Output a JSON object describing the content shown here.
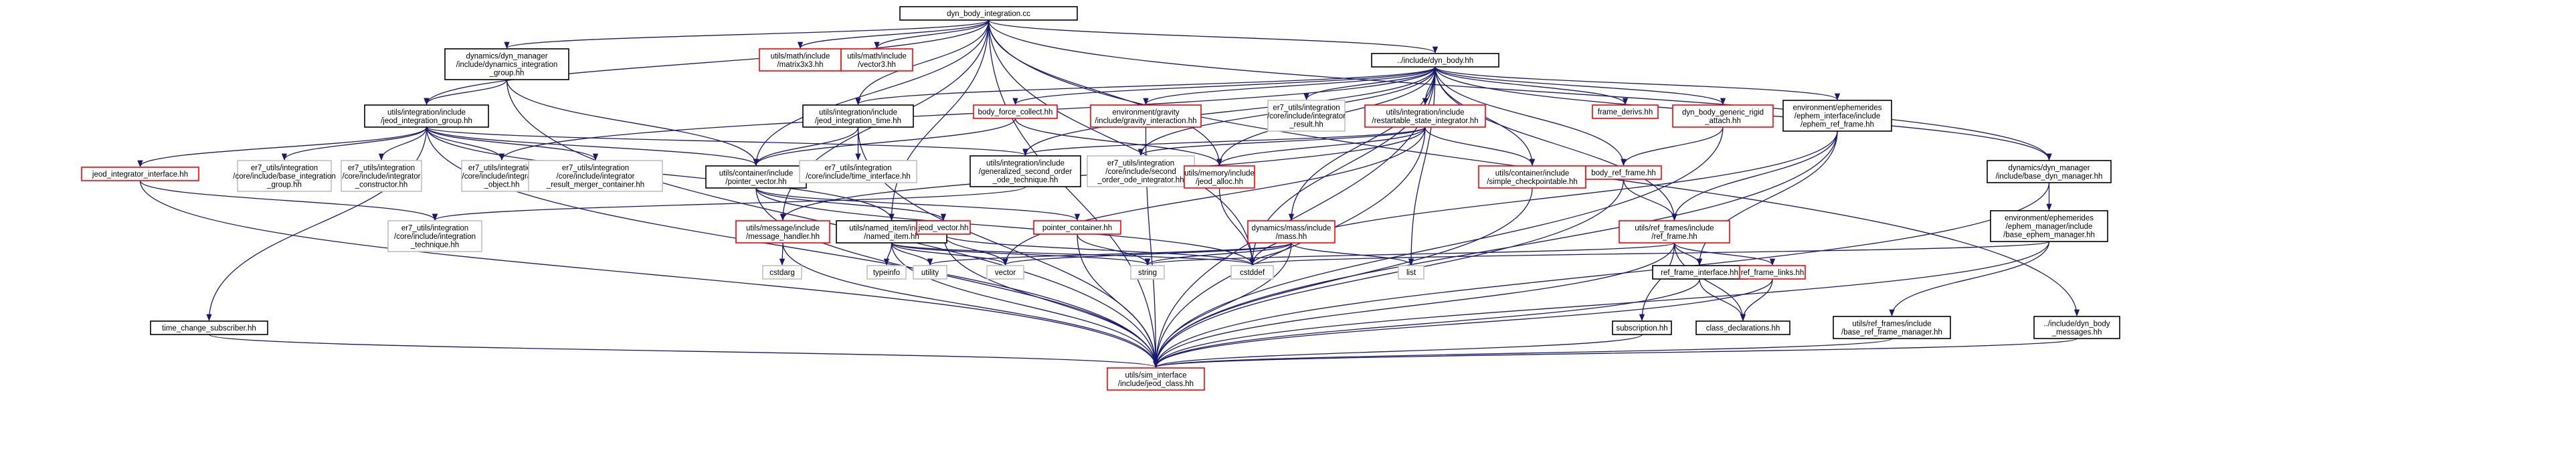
{
  "colors": {
    "edge": "#191970",
    "root_fill": "#bfbfbf",
    "border_black": "#000000",
    "border_red": "#ff0000",
    "border_grey": "#bfbfbf",
    "text": "#000000"
  },
  "nodes": [
    {
      "id": "root",
      "lines": [
        "dyn_body_integration.cc"
      ],
      "style": "root"
    },
    {
      "id": "dyn_int_group",
      "lines": [
        "dynamics/dyn_manager",
        "/include/dynamics_integration",
        "_group.hh"
      ],
      "style": "black"
    },
    {
      "id": "matrix3x3",
      "lines": [
        "utils/math/include",
        "/matrix3x3.hh"
      ],
      "style": "red"
    },
    {
      "id": "vector3",
      "lines": [
        "utils/math/include",
        "/vector3.hh"
      ],
      "style": "red"
    },
    {
      "id": "dyn_body",
      "lines": [
        "../include/dyn_body.hh"
      ],
      "style": "black"
    },
    {
      "id": "jeod_int_group",
      "lines": [
        "utils/integration/include",
        "/jeod_integration_group.hh"
      ],
      "style": "black"
    },
    {
      "id": "jeod_int_time",
      "lines": [
        "utils/integration/include",
        "/jeod_integration_time.hh"
      ],
      "style": "black"
    },
    {
      "id": "body_force_collect",
      "lines": [
        "body_force_collect.hh"
      ],
      "style": "red"
    },
    {
      "id": "gravity_interaction",
      "lines": [
        "environment/gravity",
        "/include/gravity_interaction.hh"
      ],
      "style": "red"
    },
    {
      "id": "er7_integrator_result",
      "lines": [
        "er7_utils/integration",
        "/core/include/integrator",
        "_result.hh"
      ],
      "style": "grey"
    },
    {
      "id": "restartable_state",
      "lines": [
        "utils/integration/include",
        "/restartable_state_integrator.hh"
      ],
      "style": "red"
    },
    {
      "id": "frame_derivs",
      "lines": [
        "frame_derivs.hh"
      ],
      "style": "red"
    },
    {
      "id": "dyn_body_generic",
      "lines": [
        "dyn_body_generic_rigid",
        "_attach.hh"
      ],
      "style": "red"
    },
    {
      "id": "ephem_ref_frame",
      "lines": [
        "environment/ephemerides",
        "/ephem_interface/include",
        "/ephem_ref_frame.hh"
      ],
      "style": "black"
    },
    {
      "id": "base_dyn_manager",
      "lines": [
        "dynamics/dyn_manager",
        "/include/base_dyn_manager.hh"
      ],
      "style": "black"
    },
    {
      "id": "jeod_integrator_interface",
      "lines": [
        "jeod_integrator_interface.hh"
      ],
      "style": "red"
    },
    {
      "id": "er7_base_int_group",
      "lines": [
        "er7_utils/integration",
        "/core/include/base_integration",
        "_group.hh"
      ],
      "style": "grey"
    },
    {
      "id": "er7_integrator_constructor",
      "lines": [
        "er7_utils/integration",
        "/core/include/integrator",
        "_constructor.hh"
      ],
      "style": "grey"
    },
    {
      "id": "er7_integrable_object",
      "lines": [
        "er7_utils/integration",
        "/core/include/integrable",
        "_object.hh"
      ],
      "style": "grey"
    },
    {
      "id": "er7_merger_container",
      "lines": [
        "er7_utils/integration",
        "/core/include/integrator",
        "_result_merger_container.hh"
      ],
      "style": "grey"
    },
    {
      "id": "pointer_vector",
      "lines": [
        "utils/container/include",
        "/pointer_vector.hh"
      ],
      "style": "black"
    },
    {
      "id": "time_interface",
      "lines": [
        "er7_utils/integration",
        "/core/include/time_interface.hh"
      ],
      "style": "grey"
    },
    {
      "id": "generalized_second_order",
      "lines": [
        "utils/integration/include",
        "/generalized_second_order",
        "_ode_technique.hh"
      ],
      "style": "black"
    },
    {
      "id": "er7_second_order_ode",
      "lines": [
        "er7_utils/integration",
        "/core/include/second",
        "_order_ode_integrator.hh"
      ],
      "style": "grey"
    },
    {
      "id": "jeod_alloc",
      "lines": [
        "utils/memory/include",
        "/jeod_alloc.hh"
      ],
      "style": "red"
    },
    {
      "id": "simple_checkpointable",
      "lines": [
        "utils/container/include",
        "/simple_checkpointable.hh"
      ],
      "style": "red"
    },
    {
      "id": "body_ref_frame",
      "lines": [
        "body_ref_frame.hh"
      ],
      "style": "red"
    },
    {
      "id": "base_ephem_manager",
      "lines": [
        "environment/ephemerides",
        "/ephem_manager/include",
        "/base_ephem_manager.hh"
      ],
      "style": "black"
    },
    {
      "id": "er7_integration_technique",
      "lines": [
        "er7_utils/integration",
        "/core/include/integration",
        "_technique.hh"
      ],
      "style": "grey"
    },
    {
      "id": "message_handler",
      "lines": [
        "utils/message/include",
        "/message_handler.hh"
      ],
      "style": "red"
    },
    {
      "id": "named_item",
      "lines": [
        "utils/named_item/include",
        "/named_item.hh"
      ],
      "style": "black"
    },
    {
      "id": "jeod_vector",
      "lines": [
        "jeod_vector.hh"
      ],
      "style": "red"
    },
    {
      "id": "pointer_container",
      "lines": [
        "pointer_container.hh"
      ],
      "style": "red"
    },
    {
      "id": "mass",
      "lines": [
        "dynamics/mass/include",
        "/mass.hh"
      ],
      "style": "red"
    },
    {
      "id": "ref_frame",
      "lines": [
        "utils/ref_frames/include",
        "/ref_frame.hh"
      ],
      "style": "red"
    },
    {
      "id": "cstdarg",
      "lines": [
        "cstdarg"
      ],
      "style": "grey"
    },
    {
      "id": "typeinfo",
      "lines": [
        "typeinfo"
      ],
      "style": "grey"
    },
    {
      "id": "utility",
      "lines": [
        "utility"
      ],
      "style": "grey"
    },
    {
      "id": "vector",
      "lines": [
        "vector"
      ],
      "style": "grey"
    },
    {
      "id": "string",
      "lines": [
        "string"
      ],
      "style": "grey"
    },
    {
      "id": "cstddef",
      "lines": [
        "cstddef"
      ],
      "style": "grey"
    },
    {
      "id": "list",
      "lines": [
        "list"
      ],
      "style": "grey"
    },
    {
      "id": "ref_frame_interface",
      "lines": [
        "ref_frame_interface.hh"
      ],
      "style": "black"
    },
    {
      "id": "ref_frame_links",
      "lines": [
        "ref_frame_links.hh"
      ],
      "style": "red"
    },
    {
      "id": "time_change_subscriber",
      "lines": [
        "time_change_subscriber.hh"
      ],
      "style": "black"
    },
    {
      "id": "subscription",
      "lines": [
        "subscription.hh"
      ],
      "style": "black"
    },
    {
      "id": "class_declarations",
      "lines": [
        "class_declarations.hh"
      ],
      "style": "black"
    },
    {
      "id": "base_ref_frame_manager",
      "lines": [
        "utils/ref_frames/include",
        "/base_ref_frame_manager.hh"
      ],
      "style": "black"
    },
    {
      "id": "dyn_body_messages",
      "lines": [
        "../include/dyn_body",
        "_messages.hh"
      ],
      "style": "black"
    },
    {
      "id": "jeod_class",
      "lines": [
        "utils/sim_interface",
        "/include/jeod_class.hh"
      ],
      "style": "red"
    }
  ],
  "edges": [
    [
      "root",
      "dyn_int_group"
    ],
    [
      "root",
      "matrix3x3"
    ],
    [
      "root",
      "vector3"
    ],
    [
      "root",
      "dyn_body"
    ],
    [
      "root",
      "jeod_int_time"
    ],
    [
      "root",
      "pointer_vector"
    ],
    [
      "root",
      "jeod_alloc"
    ],
    [
      "root",
      "jeod_class"
    ],
    [
      "root",
      "named_item"
    ],
    [
      "root",
      "cstddef"
    ],
    [
      "root",
      "dyn_body_messages"
    ],
    [
      "root",
      "base_dyn_manager"
    ],
    [
      "root",
      "message_handler"
    ],
    [
      "root",
      "jeod_int_group"
    ],
    [
      "dyn_int_group",
      "jeod_int_group"
    ],
    [
      "dyn_int_group",
      "pointer_vector"
    ],
    [
      "dyn_int_group",
      "jeod_class"
    ],
    [
      "dyn_body",
      "body_force_collect"
    ],
    [
      "dyn_body",
      "gravity_interaction"
    ],
    [
      "dyn_body",
      "er7_integrator_result"
    ],
    [
      "dyn_body",
      "restartable_state"
    ],
    [
      "dyn_body",
      "frame_derivs"
    ],
    [
      "dyn_body",
      "dyn_body_generic"
    ],
    [
      "dyn_body",
      "ephem_ref_frame"
    ],
    [
      "dyn_body",
      "base_dyn_manager"
    ],
    [
      "dyn_body",
      "jeod_int_time"
    ],
    [
      "dyn_body",
      "body_ref_frame"
    ],
    [
      "dyn_body",
      "mass"
    ],
    [
      "dyn_body",
      "simple_checkpointable"
    ],
    [
      "dyn_body",
      "jeod_alloc"
    ],
    [
      "dyn_body",
      "generalized_second_order"
    ],
    [
      "dyn_body",
      "er7_integrable_object"
    ],
    [
      "dyn_body",
      "list"
    ],
    [
      "dyn_body",
      "cstddef"
    ],
    [
      "dyn_body",
      "jeod_class"
    ],
    [
      "dyn_body",
      "ref_frame"
    ],
    [
      "dyn_body",
      "er7_second_order_ode"
    ],
    [
      "jeod_int_group",
      "jeod_integrator_interface"
    ],
    [
      "jeod_int_group",
      "er7_base_int_group"
    ],
    [
      "jeod_int_group",
      "er7_integrator_constructor"
    ],
    [
      "jeod_int_group",
      "er7_integrable_object"
    ],
    [
      "jeod_int_group",
      "er7_merger_container"
    ],
    [
      "jeod_int_group",
      "pointer_vector"
    ],
    [
      "jeod_int_group",
      "time_change_subscriber"
    ],
    [
      "jeod_int_group",
      "jeod_class"
    ],
    [
      "jeod_int_group",
      "generalized_second_order"
    ],
    [
      "jeod_int_group",
      "named_item"
    ],
    [
      "jeod_int_time",
      "pointer_vector"
    ],
    [
      "jeod_int_time",
      "time_interface"
    ],
    [
      "jeod_int_time",
      "jeod_class"
    ],
    [
      "body_force_collect",
      "jeod_alloc"
    ],
    [
      "body_force_collect",
      "pointer_vector"
    ],
    [
      "gravity_interaction",
      "jeod_class"
    ],
    [
      "restartable_state",
      "generalized_second_order"
    ],
    [
      "restartable_state",
      "er7_second_order_ode"
    ],
    [
      "restartable_state",
      "simple_checkpointable"
    ],
    [
      "restartable_state",
      "jeod_alloc"
    ],
    [
      "restartable_state",
      "jeod_class"
    ],
    [
      "restartable_state",
      "message_handler"
    ],
    [
      "restartable_state",
      "vector"
    ],
    [
      "dyn_body_generic",
      "body_ref_frame"
    ],
    [
      "dyn_body_generic",
      "jeod_class"
    ],
    [
      "ephem_ref_frame",
      "ref_frame"
    ],
    [
      "ephem_ref_frame",
      "ref_frame_interface"
    ],
    [
      "ephem_ref_frame",
      "jeod_class"
    ],
    [
      "ephem_ref_frame",
      "cstddef"
    ],
    [
      "base_dyn_manager",
      "base_ephem_manager"
    ],
    [
      "base_dyn_manager",
      "jeod_class"
    ],
    [
      "jeod_integrator_interface",
      "er7_integration_technique"
    ],
    [
      "jeod_integrator_interface",
      "jeod_class"
    ],
    [
      "pointer_vector",
      "jeod_vector"
    ],
    [
      "pointer_vector",
      "pointer_container"
    ],
    [
      "pointer_vector",
      "cstddef"
    ],
    [
      "pointer_vector",
      "jeod_class"
    ],
    [
      "generalized_second_order",
      "er7_integration_technique"
    ],
    [
      "jeod_alloc",
      "cstddef"
    ],
    [
      "simple_checkpointable",
      "jeod_class"
    ],
    [
      "body_ref_frame",
      "ref_frame"
    ],
    [
      "body_ref_frame",
      "jeod_class"
    ],
    [
      "base_ephem_manager",
      "base_ref_frame_manager"
    ],
    [
      "base_ephem_manager",
      "jeod_class"
    ],
    [
      "base_ephem_manager",
      "cstddef"
    ],
    [
      "message_handler",
      "cstdarg"
    ],
    [
      "message_handler",
      "jeod_class"
    ],
    [
      "named_item",
      "typeinfo"
    ],
    [
      "named_item",
      "utility"
    ],
    [
      "named_item",
      "vector"
    ],
    [
      "named_item",
      "string"
    ],
    [
      "named_item",
      "cstddef"
    ],
    [
      "named_item",
      "jeod_class"
    ],
    [
      "jeod_vector",
      "vector"
    ],
    [
      "jeod_vector",
      "jeod_class"
    ],
    [
      "jeod_vector",
      "cstddef"
    ],
    [
      "pointer_container",
      "string"
    ],
    [
      "pointer_container",
      "jeod_class"
    ],
    [
      "mass",
      "string"
    ],
    [
      "mass",
      "list"
    ],
    [
      "mass",
      "cstddef"
    ],
    [
      "mass",
      "jeod_class"
    ],
    [
      "mass",
      "vector"
    ],
    [
      "mass",
      "utility"
    ],
    [
      "ref_frame",
      "ref_frame_interface"
    ],
    [
      "ref_frame",
      "ref_frame_links"
    ],
    [
      "ref_frame",
      "subscription"
    ],
    [
      "ref_frame",
      "class_declarations"
    ],
    [
      "ref_frame",
      "string"
    ],
    [
      "ref_frame",
      "jeod_class"
    ],
    [
      "ref_frame_interface",
      "class_declarations"
    ],
    [
      "ref_frame_interface",
      "jeod_class"
    ],
    [
      "ref_frame_links",
      "class_declarations"
    ],
    [
      "ref_frame_links",
      "jeod_class"
    ],
    [
      "time_change_subscriber",
      "jeod_class"
    ],
    [
      "subscription",
      "jeod_class"
    ],
    [
      "base_ref_frame_manager",
      "jeod_class"
    ],
    [
      "dyn_body_messages",
      "jeod_class"
    ]
  ]
}
